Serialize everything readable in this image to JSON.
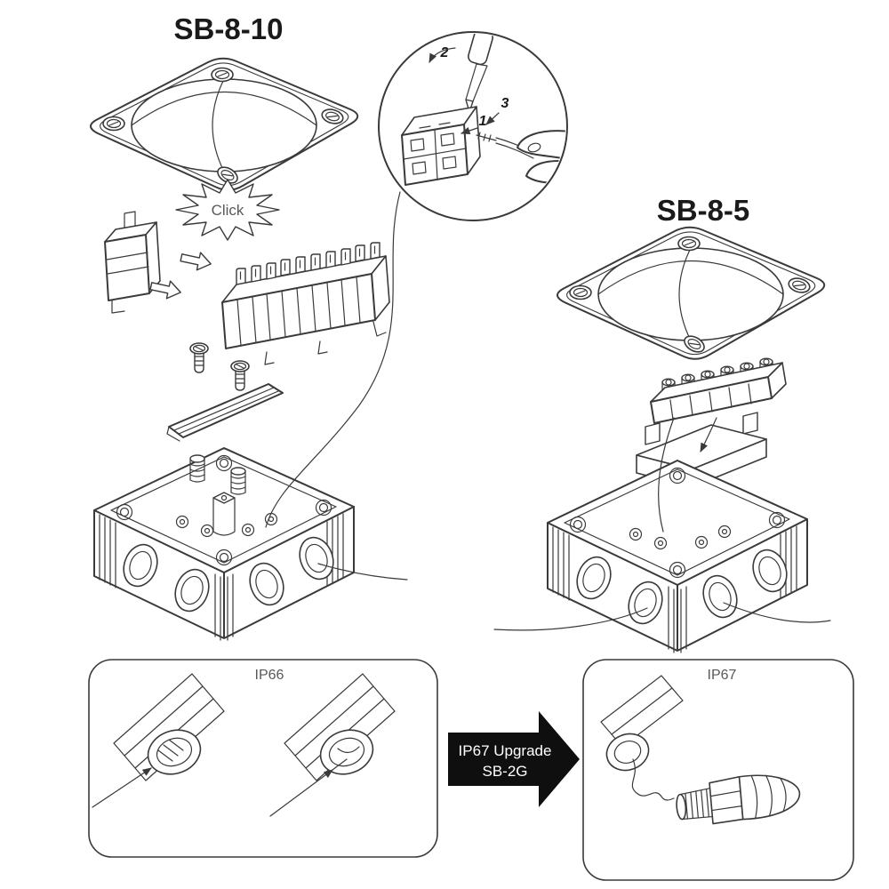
{
  "colors": {
    "line": "#3a3a3a",
    "ink": "#1a1a1a",
    "muted": "#595959",
    "arrow-fill": "#0f0f0f",
    "arrow-text": "#ffffff",
    "bg": "#ffffff"
  },
  "titles": {
    "left_model": "SB-8-10",
    "right_model": "SB-8-5"
  },
  "callouts": {
    "click": "Click"
  },
  "inset_steps": {
    "one": "1",
    "two": "2",
    "three": "3"
  },
  "ratings": {
    "left_panel": "IP66",
    "right_panel": "IP67"
  },
  "upgrade_arrow": {
    "line1": "IP67 Upgrade",
    "line2": "SB-2G"
  }
}
